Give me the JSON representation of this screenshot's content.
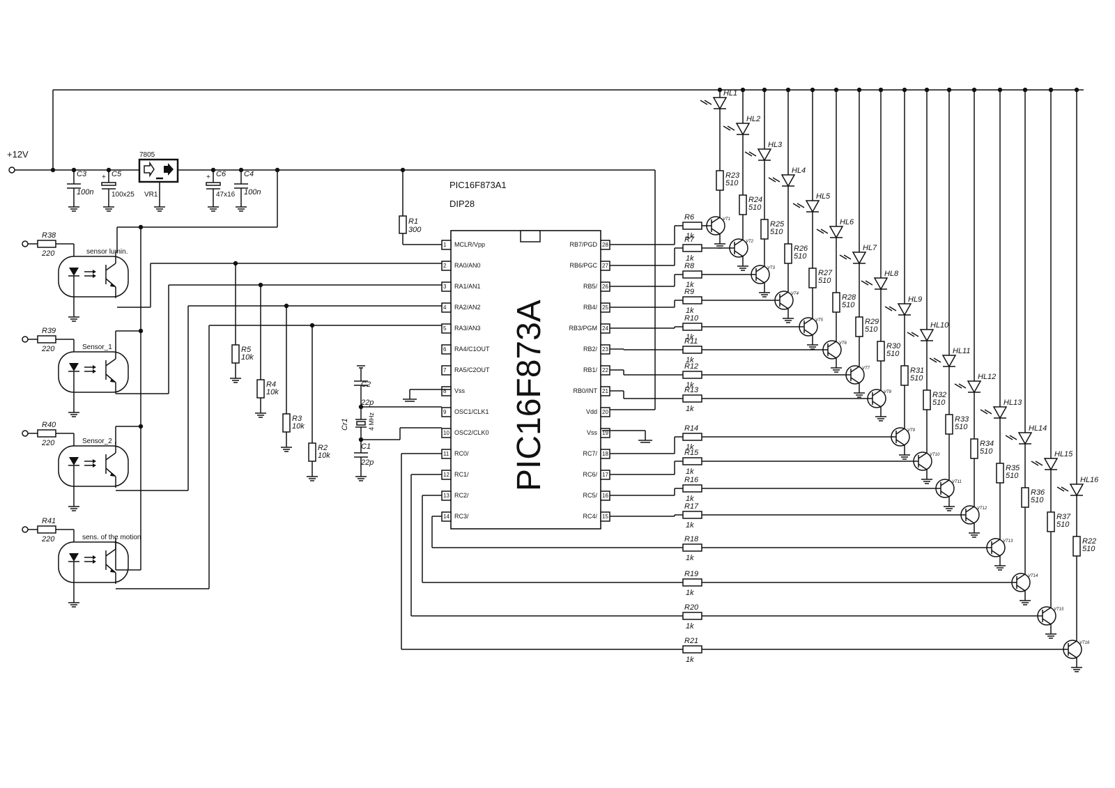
{
  "supply": {
    "label": "+12V",
    "regulator": "7805",
    "regulator_ref": "VR1"
  },
  "chip": {
    "type_line1": "PIC16F873A1",
    "type_line2": "DIP28",
    "big_name": "PIC16F873A",
    "left_pins": [
      {
        "num": "1",
        "name": "MCLR/Vpp"
      },
      {
        "num": "2",
        "name": "RA0/AN0"
      },
      {
        "num": "3",
        "name": "RA1/AN1"
      },
      {
        "num": "4",
        "name": "RA2/AN2"
      },
      {
        "num": "5",
        "name": "RA3/AN3"
      },
      {
        "num": "6",
        "name": "RA4/C1OUT"
      },
      {
        "num": "7",
        "name": "RA5/C2OUT"
      },
      {
        "num": "8",
        "name": "Vss"
      },
      {
        "num": "9",
        "name": "OSC1/CLK1"
      },
      {
        "num": "10",
        "name": "OSC2/CLK0"
      },
      {
        "num": "11",
        "name": "RC0/"
      },
      {
        "num": "12",
        "name": "RC1/"
      },
      {
        "num": "13",
        "name": "RC2/"
      },
      {
        "num": "14",
        "name": "RC3/"
      }
    ],
    "right_pins": [
      {
        "num": "28",
        "name": "RB7/PGD"
      },
      {
        "num": "27",
        "name": "RB6/PGC"
      },
      {
        "num": "26",
        "name": "RB5/"
      },
      {
        "num": "25",
        "name": "RB4/"
      },
      {
        "num": "24",
        "name": "RB3/PGM"
      },
      {
        "num": "23",
        "name": "RB2/"
      },
      {
        "num": "22",
        "name": "RB1/"
      },
      {
        "num": "21",
        "name": "RB0/INT"
      },
      {
        "num": "20",
        "name": "Vdd"
      },
      {
        "num": "19",
        "name": "Vss"
      },
      {
        "num": "18",
        "name": "RC7/"
      },
      {
        "num": "17",
        "name": "RC6/"
      },
      {
        "num": "16",
        "name": "RC5/"
      },
      {
        "num": "15",
        "name": "RC4/"
      }
    ]
  },
  "capacitors": [
    {
      "ref": "C3",
      "value": "100n"
    },
    {
      "ref": "C5",
      "value": "100x25"
    },
    {
      "ref": "C6",
      "value": "47x16"
    },
    {
      "ref": "C4",
      "value": "100n"
    },
    {
      "ref": "C2",
      "value": "22p"
    },
    {
      "ref": "C1",
      "value": "22p"
    }
  ],
  "crystal": {
    "ref": "Cr1",
    "value": "4 MHz"
  },
  "resistors_misc": [
    {
      "ref": "R1",
      "value": "300"
    },
    {
      "ref": "R5",
      "value": "10k"
    },
    {
      "ref": "R4",
      "value": "10k"
    },
    {
      "ref": "R3",
      "value": "10k"
    },
    {
      "ref": "R2",
      "value": "10k"
    }
  ],
  "sensors": [
    {
      "res_ref": "R38",
      "res_value": "220",
      "label": "sensor lumin."
    },
    {
      "res_ref": "R39",
      "res_value": "220",
      "label": "Sensor_1"
    },
    {
      "res_ref": "R40",
      "res_value": "220",
      "label": "Sensor_2"
    },
    {
      "res_ref": "R41",
      "res_value": "220",
      "label": "sens. of the motion"
    }
  ],
  "base_resistors": [
    {
      "ref": "R6",
      "value": "1k"
    },
    {
      "ref": "R7",
      "value": "1k"
    },
    {
      "ref": "R8",
      "value": "1k"
    },
    {
      "ref": "R9",
      "value": "1k"
    },
    {
      "ref": "R10",
      "value": "1k"
    },
    {
      "ref": "R11",
      "value": "1k"
    },
    {
      "ref": "R12",
      "value": "1k"
    },
    {
      "ref": "R13",
      "value": "1k"
    },
    {
      "ref": "R14",
      "value": "1k"
    },
    {
      "ref": "R15",
      "value": "1k"
    },
    {
      "ref": "R16",
      "value": "1k"
    },
    {
      "ref": "R17",
      "value": "1k"
    },
    {
      "ref": "R18",
      "value": "1k"
    },
    {
      "ref": "R19",
      "value": "1k"
    },
    {
      "ref": "R20",
      "value": "1k"
    },
    {
      "ref": "R21",
      "value": "1k"
    }
  ],
  "channels": [
    {
      "led": "HL1",
      "res": "R23",
      "val": "510",
      "vt": "VT1"
    },
    {
      "led": "HL2",
      "res": "R24",
      "val": "510",
      "vt": "VT2"
    },
    {
      "led": "HL3",
      "res": "R25",
      "val": "510",
      "vt": "VT3"
    },
    {
      "led": "HL4",
      "res": "R26",
      "val": "510",
      "vt": "VT4"
    },
    {
      "led": "HL5",
      "res": "R27",
      "val": "510",
      "vt": "VT5"
    },
    {
      "led": "HL6",
      "res": "R28",
      "val": "510",
      "vt": "VT6"
    },
    {
      "led": "HL7",
      "res": "R29",
      "val": "510",
      "vt": "VT7"
    },
    {
      "led": "HL8",
      "res": "R30",
      "val": "510",
      "vt": "VT8"
    },
    {
      "led": "HL9",
      "res": "R31",
      "val": "510",
      "vt": "VT9"
    },
    {
      "led": "HL10",
      "res": "R32",
      "val": "510",
      "vt": "VT10"
    },
    {
      "led": "HL11",
      "res": "R33",
      "val": "510",
      "vt": "VT11"
    },
    {
      "led": "HL12",
      "res": "R34",
      "val": "510",
      "vt": "VT12"
    },
    {
      "led": "HL13",
      "res": "R35",
      "val": "510",
      "vt": "VT13"
    },
    {
      "led": "HL14",
      "res": "R36",
      "val": "510",
      "vt": "VT14"
    },
    {
      "led": "HL15",
      "res": "R37",
      "val": "510",
      "vt": "VT15"
    },
    {
      "led": "HL16",
      "res": "R22",
      "val": "510",
      "vt": "VT16"
    }
  ]
}
